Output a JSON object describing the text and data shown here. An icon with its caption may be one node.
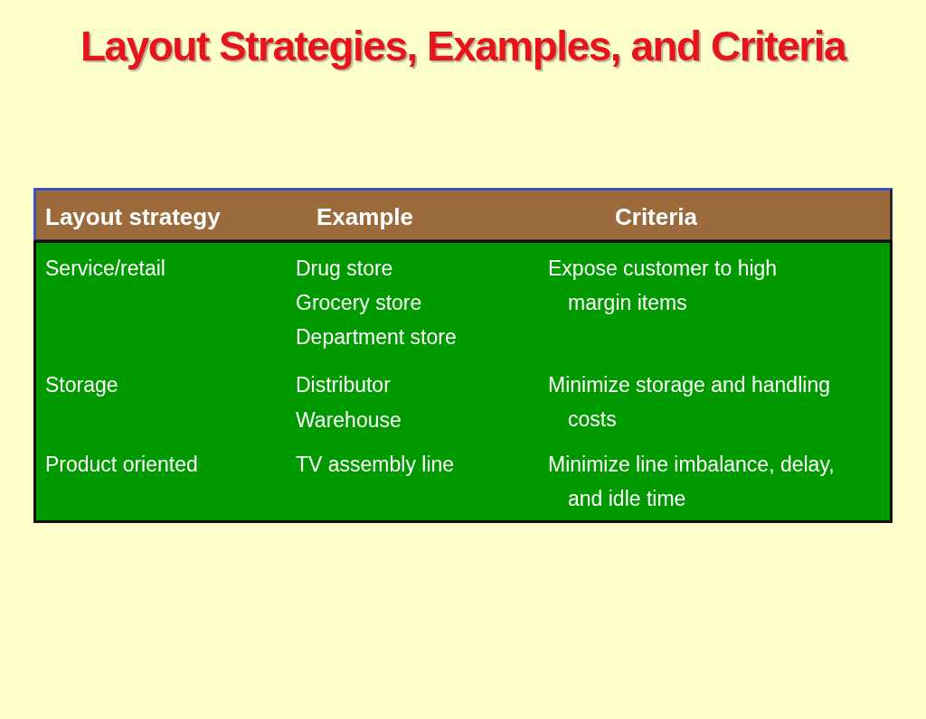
{
  "diagram": {
    "title": "Layout Strategies, Examples, and Criteria",
    "labels": [
      "Layout strategy",
      "Example",
      "Criteria",
      "Service/retail",
      "Drug store",
      "Grocery store",
      "Department store",
      "Expose customer to high margin items",
      "Storage",
      "Distributor",
      "Warehouse",
      "Minimize storage and handling costs",
      "Product oriented",
      "TV assembly line",
      "Minimize line imbalance, delay, and idle time"
    ]
  }
}
